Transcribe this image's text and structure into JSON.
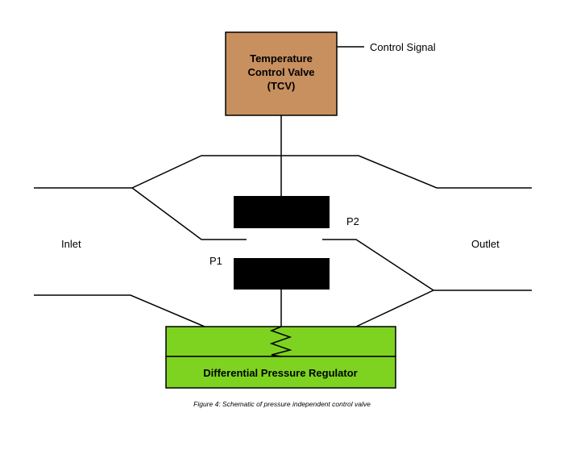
{
  "tcv": {
    "label_lines": [
      "Temperature",
      "Control Valve",
      "(TCV)"
    ],
    "fill": "#C8905F"
  },
  "control_signal": "Control Signal",
  "labels": {
    "inlet": "Inlet",
    "outlet": "Outlet",
    "p1": "P1",
    "p2": "P2"
  },
  "regulator": {
    "label": "Differential Pressure Regulator",
    "fill": "#7ED321"
  },
  "caption": "Figure 4: Schematic of pressure independent control valve",
  "colors": {
    "line": "#000000",
    "plug": "#000000"
  }
}
